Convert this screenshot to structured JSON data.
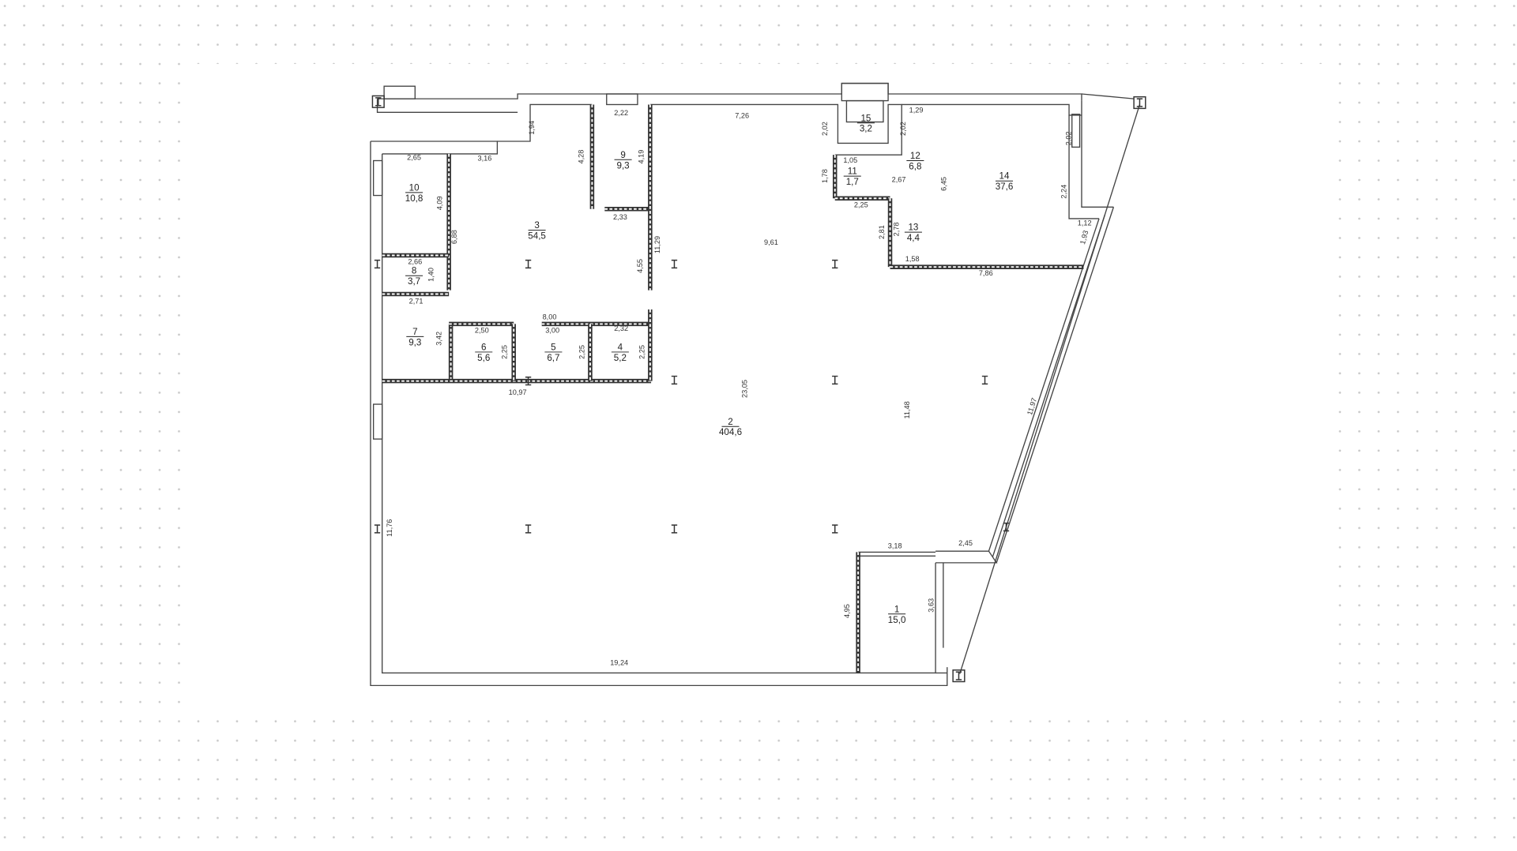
{
  "rooms": [
    {
      "num": "1",
      "area": "15,0"
    },
    {
      "num": "2",
      "area": "404,6"
    },
    {
      "num": "3",
      "area": "54,5"
    },
    {
      "num": "4",
      "area": "5,2"
    },
    {
      "num": "5",
      "area": "6,7"
    },
    {
      "num": "6",
      "area": "5,6"
    },
    {
      "num": "7",
      "area": "9,3"
    },
    {
      "num": "8",
      "area": "3,7"
    },
    {
      "num": "9",
      "area": "9,3"
    },
    {
      "num": "10",
      "area": "10,8"
    },
    {
      "num": "11",
      "area": "1,7"
    },
    {
      "num": "12",
      "area": "6,8"
    },
    {
      "num": "13",
      "area": "4,4"
    },
    {
      "num": "14",
      "area": "37,6"
    },
    {
      "num": "15",
      "area": "3,2"
    }
  ],
  "dimensions": [
    "2,65",
    "3,16",
    "1,94",
    "2,22",
    "4,28",
    "4,19",
    "2,33",
    "4,09",
    "6,88",
    "11,29",
    "4,55",
    "2,66",
    "1,40",
    "2,71",
    "8,00",
    "2,50",
    "3,00",
    "2,32",
    "3,42",
    "2,25",
    "2,25",
    "2,25",
    "10,97",
    "7,26",
    "9,61",
    "23,05",
    "11,48",
    "11,97",
    "11,76",
    "19,24",
    "3,18",
    "2,45",
    "4,95",
    "3,63",
    "2,02",
    "2,02",
    "1,29",
    "1,05",
    "1,78",
    "2,67",
    "2,25",
    "2,81",
    "2,78",
    "1,58",
    "6,45",
    "7,86",
    "2,02",
    "2,24",
    "1,12",
    "1,93"
  ],
  "colors": {
    "wall": "#444444",
    "dots": "#c8c8c8",
    "background": "#ffffff"
  }
}
